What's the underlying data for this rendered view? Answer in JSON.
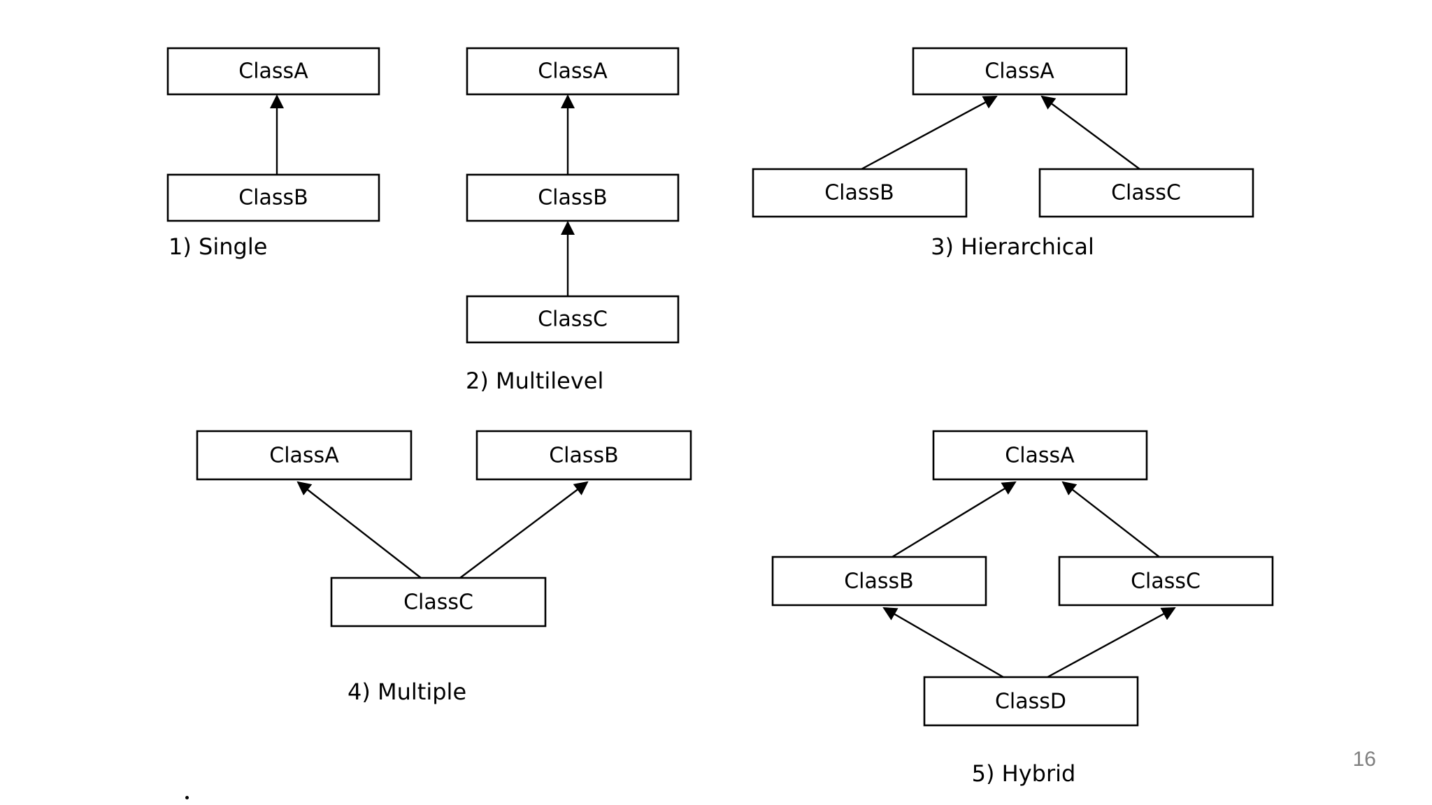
{
  "diagrams": {
    "single": {
      "caption": "1)  Single",
      "boxes": {
        "a": "ClassA",
        "b": "ClassB"
      }
    },
    "multilevel": {
      "caption": "2) Multilevel",
      "boxes": {
        "a": "ClassA",
        "b": "ClassB",
        "c": "ClassC"
      }
    },
    "hierarchical": {
      "caption": "3) Hierarchical",
      "boxes": {
        "a": "ClassA",
        "b": "ClassB",
        "c": "ClassC"
      }
    },
    "multiple": {
      "caption": "4)  Multiple",
      "boxes": {
        "a": "ClassA",
        "b": "ClassB",
        "c": "ClassC"
      }
    },
    "hybrid": {
      "caption": "5) Hybrid",
      "boxes": {
        "a": "ClassA",
        "b": "ClassB",
        "c": "ClassC",
        "d": "ClassD"
      }
    }
  },
  "page_number": "16"
}
